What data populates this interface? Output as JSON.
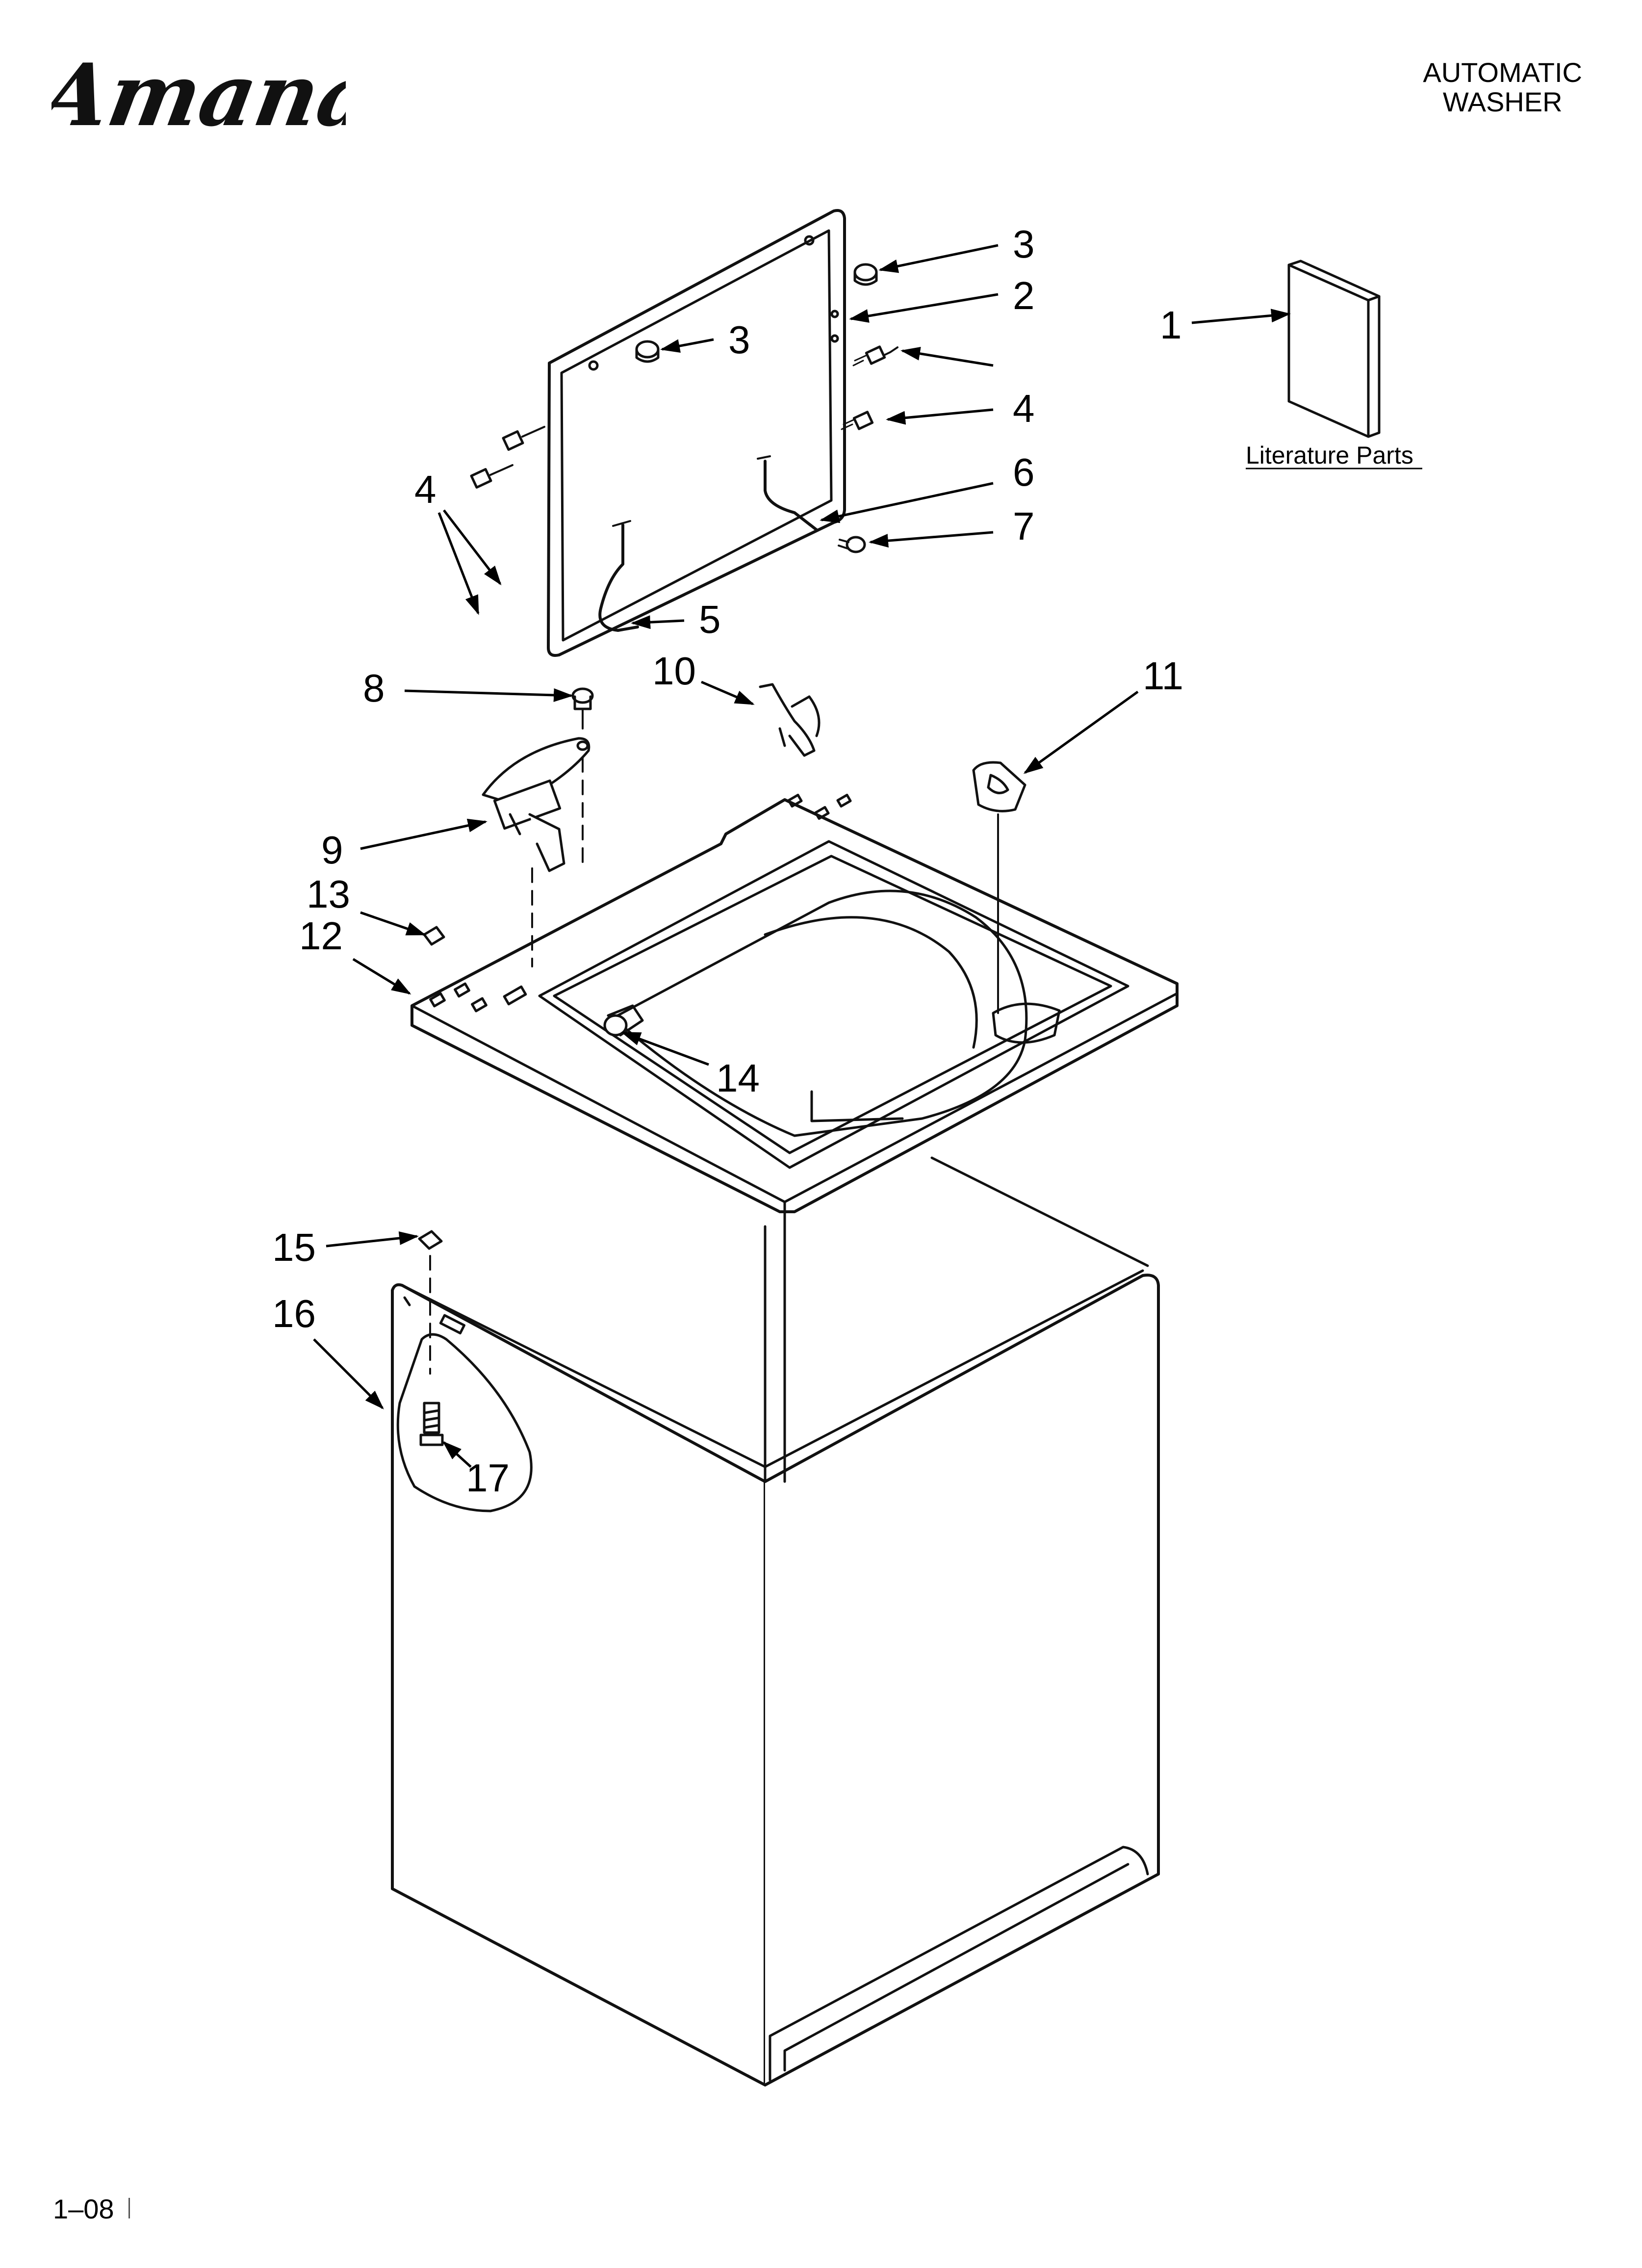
{
  "brand": {
    "logo_text": "Amana",
    "logo_icon": "amana-script-logo"
  },
  "header": {
    "line1": "AUTOMATIC",
    "line2": "WASHER"
  },
  "literature_label": "Literature Parts",
  "callouts": {
    "c1": "1",
    "c2": "2",
    "c3a": "3",
    "c3b": "3",
    "c4a": "4",
    "c4b": "4",
    "c5": "5",
    "c6": "6",
    "c7": "7",
    "c8": "8",
    "c9": "9",
    "c10": "10",
    "c11": "11",
    "c12": "12",
    "c13": "13",
    "c14": "14",
    "c15": "15",
    "c16": "16",
    "c17": "17"
  },
  "footer": {
    "page_code": "1–08"
  }
}
